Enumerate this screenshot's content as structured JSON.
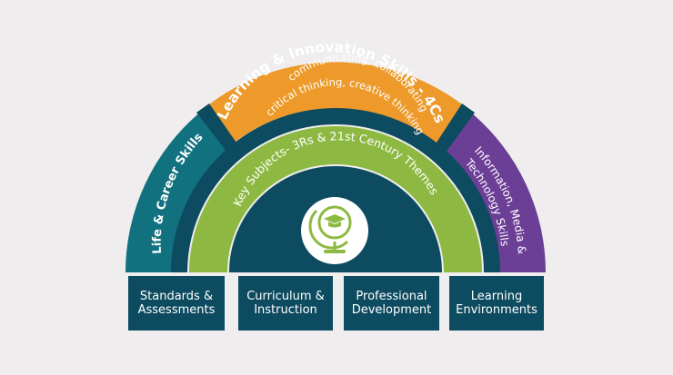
{
  "colors": {
    "background": "#efeded",
    "dark_teal": "#0d4b60",
    "orange": "#ee9a2a",
    "teal": "#11717f",
    "purple": "#6c3f97",
    "green": "#8db942",
    "white": "#ffffff"
  },
  "arcs": {
    "orange": {
      "title": "Learning & Innovation Skills - 4Cs",
      "line1": "communicating, collaborating",
      "line2": "critical thinking, creative thinking"
    },
    "teal": {
      "label": "Life & Career Skills"
    },
    "purple": {
      "line1": "Information, Media &",
      "line2": "Technology Skills"
    },
    "green": {
      "label": "Key Subjects- 3Rs & 21st Century Themes"
    }
  },
  "center_icon": "globe-graduation-cap-icon",
  "supports": [
    {
      "line1": "Standards &",
      "line2": "Assessments"
    },
    {
      "line1": "Curriculum &",
      "line2": "Instruction"
    },
    {
      "line1": "Professional",
      "line2": "Development"
    },
    {
      "line1": "Learning",
      "line2": "Environments"
    }
  ]
}
